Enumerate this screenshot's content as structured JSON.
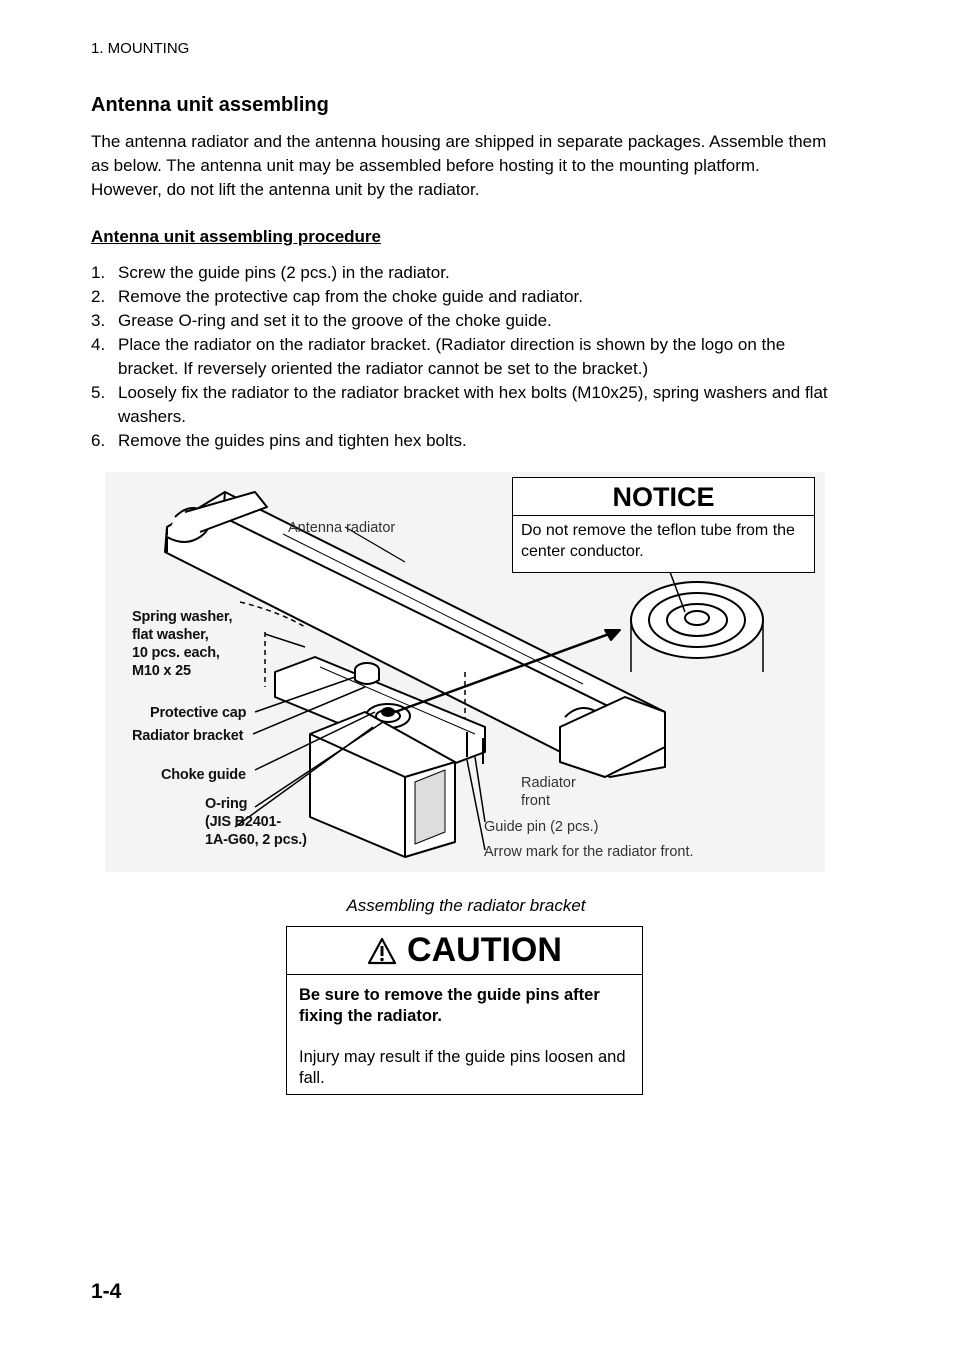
{
  "header": {
    "chapter": "1. MOUNTING"
  },
  "section": {
    "title": "Antenna unit assembling",
    "intro": "The antenna radiator and the antenna housing are shipped in separate packages. Assemble them as below. The antenna unit may be assembled before hosting it to the mounting platform. However, do not lift the antenna unit by the radiator."
  },
  "procedure": {
    "heading": "Antenna unit assembling procedure",
    "steps": [
      {
        "num": "1.",
        "text": "Screw the guide pins (2 pcs.) in the radiator."
      },
      {
        "num": "2.",
        "text": "Remove the protective cap from the choke guide and radiator."
      },
      {
        "num": "3.",
        "text": "Grease O-ring and set it to the groove of the choke guide."
      },
      {
        "num": "4.",
        "text": "Place the radiator on the radiator bracket. (Radiator direction is shown by the logo on the bracket. If reversely oriented the radiator cannot be set to the bracket.)"
      },
      {
        "num": "5.",
        "text": "Loosely fix the radiator to the radiator bracket with hex bolts (M10x25), spring washers and flat washers."
      },
      {
        "num": "6.",
        "text": "Remove the guides pins and tighten hex bolts."
      }
    ]
  },
  "figure": {
    "labels": {
      "antenna_radiator": "Antenna radiator",
      "spring_washer": "Spring washer,\nflat washer,\n10 pcs. each,\nM10 x 25",
      "protective_cap": "Protective cap",
      "radiator_bracket": "Radiator bracket",
      "choke_guide": "Choke guide",
      "o_ring": "O-ring\n(JIS B2401-\n1A-G60,  2 pcs.)",
      "radiator_front": "Radiator\nfront",
      "guide_pin": "Guide pin (2 pcs.)",
      "arrow_mark": "Arrow mark for the radiator front."
    },
    "notice": {
      "title": "NOTICE",
      "body": "Do not remove the teflon tube from the center conductor."
    },
    "caption": "Assembling the radiator bracket"
  },
  "caution": {
    "title": "CAUTION",
    "bold_text": "Be sure to remove the guide pins after fixing the radiator.",
    "text": "Injury may result if the guide pins loosen and fall."
  },
  "page": {
    "number": "1-4"
  }
}
